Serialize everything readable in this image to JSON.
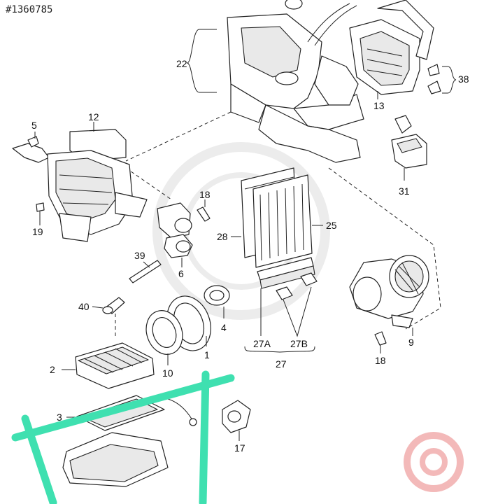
{
  "id_tag": "#1360785",
  "markup_color": "#3fe0b0",
  "watermark_color": "#f3b9b9",
  "labels": {
    "l1": "1",
    "l2": "2",
    "l3": "3",
    "l4": "4",
    "l5": "5",
    "l6": "6",
    "l9": "9",
    "l10": "10",
    "l12": "12",
    "l13": "13",
    "l17": "17",
    "l18a": "18",
    "l18b": "18",
    "l19": "19",
    "l22": "22",
    "l25": "25",
    "l27": "27",
    "l27a": "27A",
    "l27b": "27B",
    "l28": "28",
    "l31": "31",
    "l38": "38",
    "l39": "39",
    "l40": "40"
  }
}
